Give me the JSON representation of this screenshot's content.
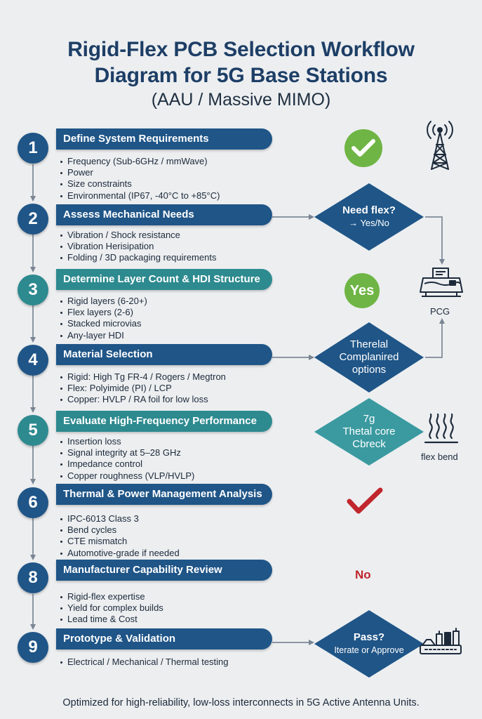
{
  "title_line1": "Rigid-Flex PCB Selection Workflow",
  "title_line2": "Diagram for 5G Base Stations",
  "subtitle": "(AAU / Massive MIMO)",
  "steps": [
    {
      "number": "1",
      "title": "Define System Requirements",
      "color": "#1f5587",
      "bullets": [
        "Frequency (Sub-6GHz / mmWave)",
        "Power",
        "Size constraints",
        "Environmental (IP67, -40°C to +85°C)"
      ]
    },
    {
      "number": "2",
      "title": "Assess Mechanical Needs",
      "color": "#1f5587",
      "bullets": [
        "Vibration / Shock resistance",
        "Vibration Herisipation",
        "Folding / 3D packaging requirements"
      ]
    },
    {
      "number": "3",
      "title": "Determine Layer Count & HDI Structure",
      "color": "#2d8a8f",
      "bullets": [
        "Rigid layers (6-20+)",
        "Flex layers (2-6)",
        "Stacked microvias",
        "Any-layer HDI"
      ]
    },
    {
      "number": "4",
      "title": "Material Selection",
      "color": "#1f5587",
      "bullets": [
        "Rigid: High Tg FR-4 / Rogers / Megtron",
        "Flex: Polyimide (PI) / LCP",
        "Copper: HVLP / RA foil for low loss"
      ]
    },
    {
      "number": "5",
      "title": "Evaluate High-Frequency Performance",
      "color": "#2d8a8f",
      "bullets": [
        "Insertion loss",
        "Signal integrity at 5–28 GHz",
        "Impedance control",
        "Copper roughness (VLP/HVLP)"
      ]
    },
    {
      "number": "6",
      "title": "Thermal & Power Management Analysis",
      "color": "#1f5587",
      "bullets": [
        "IPC-6013 Class 3",
        "Bend cycles",
        "CTE mismatch",
        "Automotive-grade if needed"
      ]
    },
    {
      "number": "8",
      "title": "Manufacturer Capability Review",
      "color": "#1f5587",
      "bullets": [
        "Rigid-flex expertise",
        "Yield for complex builds",
        "Lead time & Cost"
      ]
    },
    {
      "number": "9",
      "title": "Prototype & Validation",
      "color": "#1f5587",
      "bullets": [
        "Electrical / Mechanical / Thermal testing"
      ]
    }
  ],
  "decisions": [
    {
      "line1": "Need flex?",
      "line2": "→ Yes/No",
      "color": "#1f5587"
    },
    {
      "line1": "Therelal",
      "line2": "Complanired",
      "line3": "options",
      "color": "#1f5587"
    },
    {
      "line1": "7g",
      "line2": "Thetal core",
      "line3": "Cbreck",
      "color": "#3a9aa0"
    },
    {
      "line1": "Pass?",
      "line2": "Iterate or Approve",
      "color": "#1f5587"
    }
  ],
  "yes_label": "Yes",
  "no_label": "No",
  "icon_labels": {
    "pcg": "PCG",
    "flex_bend": "flex bend"
  },
  "icons": [
    "antenna-tower-icon",
    "check-icon",
    "pcb-machine-icon",
    "heat-waves-icon",
    "red-check-icon",
    "test-equipment-icon"
  ],
  "footer": "Optimized for high-reliability, low-loss interconnects in 5G Active Antenna Units.",
  "colors": {
    "navy": "#1f5587",
    "teal": "#2d8a8f",
    "green": "#6fb545",
    "red": "#c0262c"
  }
}
